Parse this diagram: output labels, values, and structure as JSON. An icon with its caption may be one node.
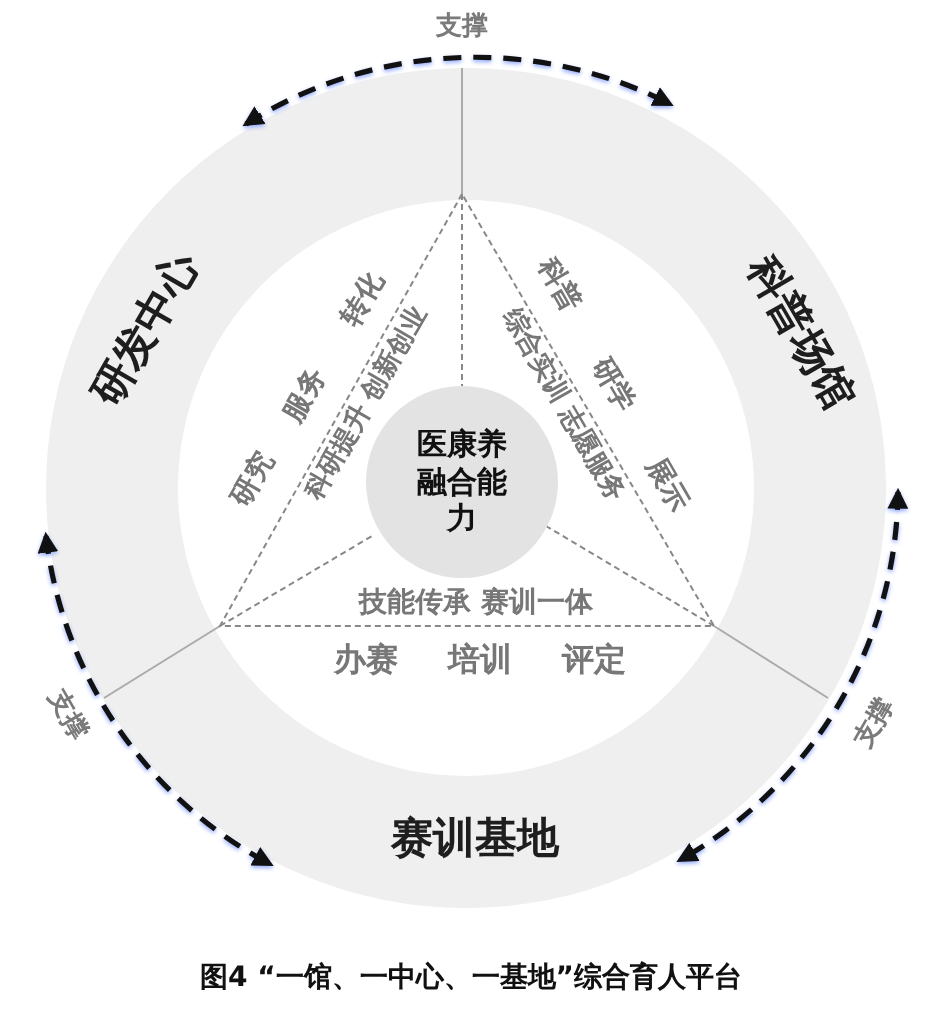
{
  "diagram": {
    "caption": "图4 “一馆、一中心、一基地”综合育人平台",
    "nodes": [
      {
        "text": [
          "研发中心"
        ]
      },
      {
        "text": [
          "科普场馆"
        ]
      },
      {
        "text": [
          "赛训基地"
        ]
      },
      {
        "text": [
          "医康养融合能力"
        ]
      }
    ],
    "edges": [
      {
        "from": 0,
        "to": 1,
        "arrow": "both",
        "label": "支撑",
        "style": "dashed"
      },
      {
        "from": 0,
        "to": 2,
        "arrow": "both",
        "label": "支撑",
        "style": "dashed"
      },
      {
        "from": 1,
        "to": 2,
        "arrow": "both",
        "label": "支撑",
        "style": "dashed"
      }
    ],
    "labels": [
      "研究",
      "服务",
      "转化",
      "科研提升 创新创业",
      "科普",
      "研学",
      "展示",
      "综合实训 志愿服务",
      "技能传承 赛训一体",
      "办赛",
      "培训",
      "评定"
    ]
  }
}
